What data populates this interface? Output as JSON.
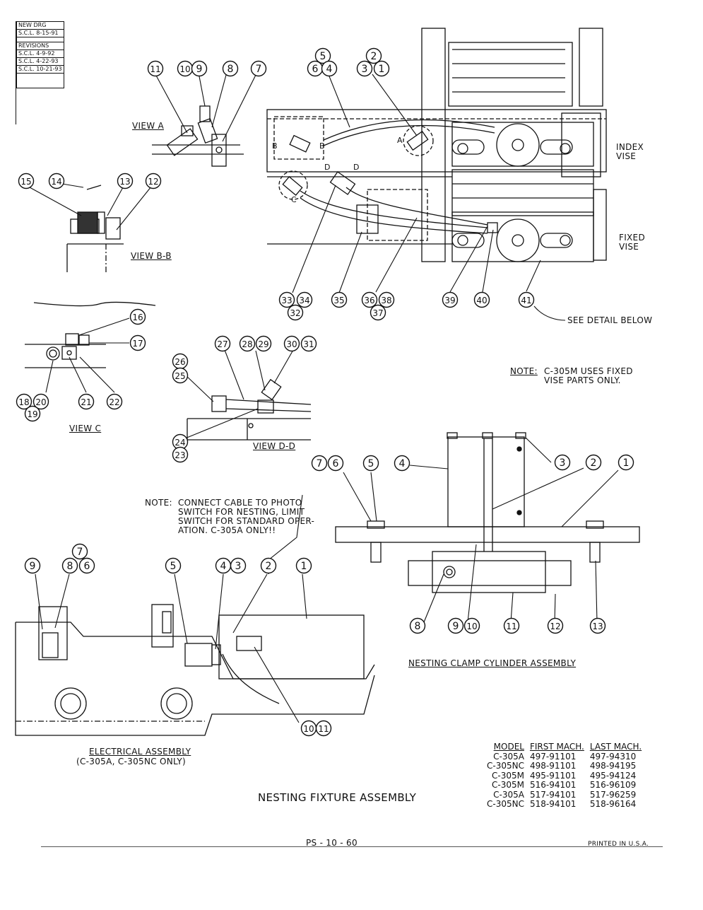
{
  "revision_block": {
    "rows": [
      "NEW DRG",
      "S.C.L. 8-15-91",
      "REVISIONS",
      "S.C.L. 4-9-92",
      "S.C.L. 4-22-93",
      "S.C.L. 10-21-93"
    ]
  },
  "views": {
    "view_a": "VIEW A",
    "view_b": "VIEW B-B",
    "view_c": "VIEW C",
    "view_d": "VIEW D-D",
    "index_vise": [
      "INDEX",
      "VISE"
    ],
    "fixed_vise": [
      "FIXED",
      "VISE"
    ],
    "see_detail": "SEE DETAIL BELOW",
    "letters": [
      "B",
      "B",
      "A",
      "C",
      "D",
      "D"
    ]
  },
  "note_fixed": {
    "label": "NOTE:",
    "lines": [
      "C-305M USES FIXED",
      "VISE PARTS ONLY."
    ]
  },
  "note_cable": {
    "label": "NOTE:",
    "lines": [
      "CONNECT CABLE TO PHOTO",
      "SWITCH FOR NESTING, LIMIT",
      "SWITCH FOR STANDARD OPER-",
      "ATION. C-305A ONLY!!"
    ]
  },
  "electrical": {
    "title": "ELECTRICAL ASSEMBLY",
    "subtitle": "(C-305A, C-305NC ONLY)"
  },
  "clamp": {
    "title": "NESTING CLAMP CYLINDER ASSEMBLY"
  },
  "main_title": "NESTING FIXTURE ASSEMBLY",
  "models_table": {
    "headers": [
      "MODEL",
      "FIRST MACH.",
      "LAST MACH."
    ],
    "rows": [
      [
        "C-305A",
        "497-91101",
        "497-94310"
      ],
      [
        "C-305NC",
        "498-91101",
        "498-94195"
      ],
      [
        "C-305M",
        "495-91101",
        "495-94124"
      ],
      [
        "C-305M",
        "516-94101",
        "516-96109"
      ],
      [
        "C-305A",
        "517-94101",
        "517-96259"
      ],
      [
        "C-305NC",
        "518-94101",
        "518-96164"
      ]
    ]
  },
  "footer": {
    "page": "PS - 10 - 60",
    "printed": "PRINTED IN U.S.A."
  },
  "balloons_upper": [
    "11",
    "10",
    "9",
    "8",
    "7",
    "5",
    "6",
    "4",
    "2",
    "3",
    "1",
    "15",
    "14",
    "13",
    "12",
    "16",
    "17",
    "18",
    "20",
    "19",
    "21",
    "22",
    "26",
    "25",
    "27",
    "28",
    "29",
    "30",
    "31",
    "24",
    "23",
    "33",
    "34",
    "32",
    "35",
    "36",
    "38",
    "37",
    "39",
    "40",
    "41"
  ],
  "balloons_clamp": [
    "7",
    "6",
    "5",
    "4",
    "3",
    "2",
    "1",
    "8",
    "9",
    "10",
    "11",
    "12",
    "13"
  ],
  "balloons_electrical": [
    "7",
    "9",
    "8",
    "6",
    "5",
    "4",
    "3",
    "2",
    "1",
    "10",
    "11"
  ]
}
